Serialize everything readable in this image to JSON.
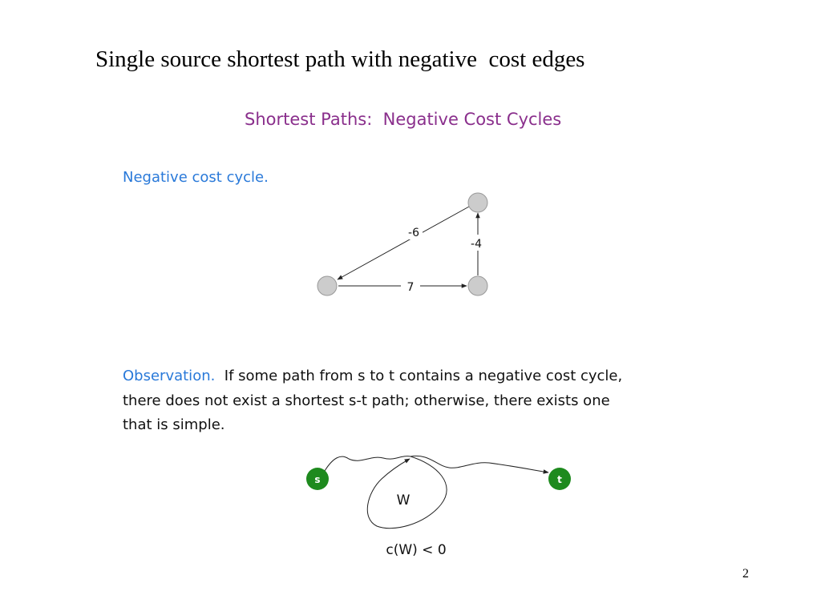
{
  "slide": {
    "title": "Single source shortest path with negative  cost edges",
    "page_number": "2"
  },
  "figure": {
    "title": "Shortest Paths:  Negative Cost Cycles",
    "negative_cycle_label": "Negative cost cycle.",
    "cycle_graph": {
      "edge_left_label": "-6",
      "edge_right_label": "-4",
      "edge_bottom_label": "7"
    },
    "observation": {
      "heading": "Observation.",
      "line1": "If some path from s to t contains a negative cost cycle,",
      "line2": "there does not exist a shortest s-t path; otherwise, there exists one",
      "line3": "that is simple."
    },
    "path_graph": {
      "source_label": "s",
      "target_label": "t",
      "cycle_label": "W",
      "cost_label": "c(W) < 0"
    },
    "colors": {
      "title": "#8a2f8c",
      "heading": "#2979d9",
      "node_gray": "#cccccc",
      "node_green": "#1e8a1e"
    }
  }
}
